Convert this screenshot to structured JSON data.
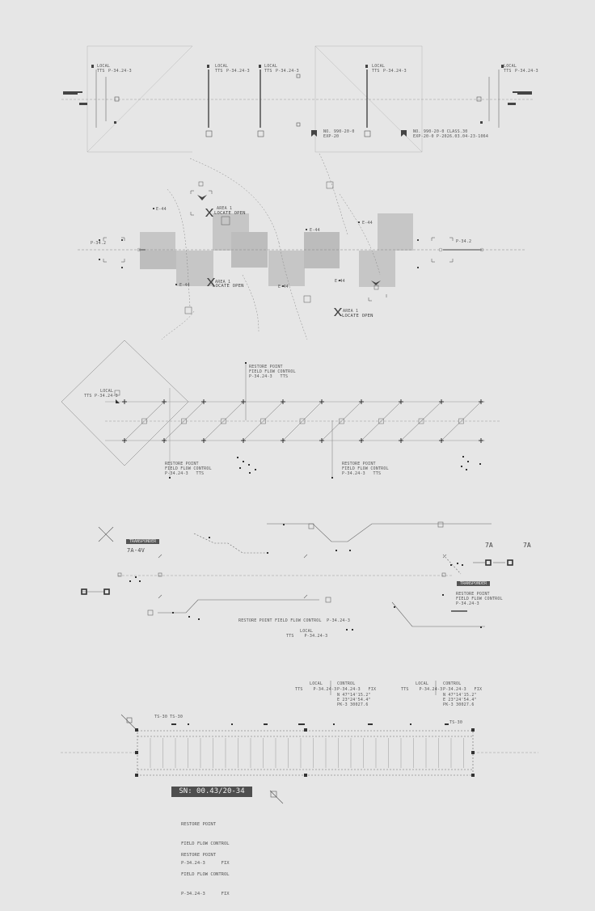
{
  "colors": {
    "background": "#e6e6e6",
    "ink": "#444444",
    "faint": "#9a9a9a",
    "block": "#c8c8c8",
    "tag_bg": "#555555"
  },
  "section1": {
    "local": "LOCAL",
    "tts": "TTS",
    "code": "P-34.24-3",
    "meta_a": "NO. 990-20-0\nEXP-20",
    "meta_b": "NO. 990-20-0 CLASS.30\nEXP-20-0 P-2026.03.04-23-1064"
  },
  "section2": {
    "locate_open": "LOCATE OPEN",
    "small_tag": "AREA 1",
    "e_tag": "E-44",
    "code_small": "P-34.2"
  },
  "section3": {
    "local": "LOCAL",
    "tts": "TTS",
    "code": "P-34.24-3",
    "restore": "RESTORE POINT\nFIELD FLOW CONTROL\nP-34.24-3   TTS"
  },
  "section4": {
    "transponder": "TRANSPONDER",
    "transponder_value": "7A-4V",
    "big_a": "7A",
    "big_b": "7A",
    "route_label": "RESTORE POINT FIELD FLOW CONTROL  P-34.24-3",
    "local": "LOCAL",
    "tts_code": "TTS    P-34.24-3",
    "restore_small": "RESTORE POINT\nFIELD FLOW CONTROL\nP-34.24-3"
  },
  "section5": {
    "local": "LOCAL",
    "control": "CONTROL",
    "tts_code": "TTS    P-34.24-3",
    "control_code": "P-34.24-3   FIX",
    "coords": "N 47°14'15.2\"\nE 23°24'54.4\"\nPK-3 30027.6",
    "ts_a": "TS-30",
    "ts_b": "TS-30"
  },
  "serial": "SN: 00.43/20-34",
  "restore_blocks": [
    {
      "line1": "RESTORE POINT",
      "line2": "FIELD FLOW CONTROL",
      "line3": "P-34.24-3      FIX"
    },
    {
      "line1": "RESTORE POINT",
      "line2": "FIELD FLOW CONTROL",
      "line3": "P-34.24-3      FIX"
    }
  ]
}
